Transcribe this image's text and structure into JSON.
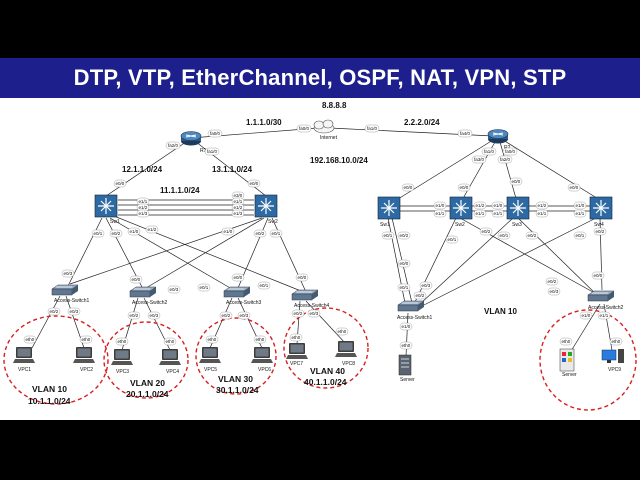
{
  "header": {
    "title": "DTP, VTP, EtherChannel, OSPF, NAT, VPN, STP"
  },
  "subnets": {
    "internet_ip": "8.8.8.8",
    "r1_internet": "1.1.1.0/30",
    "r2_internet": "2.2.2.0/24",
    "r1_sw1": "12.1.1.0/24",
    "r1_sw2": "13.1.1.0/24",
    "sw1_sw2": "11.1.1.0/24",
    "vpn_lan": "192.168.10.0/24",
    "right_vlan": "VLAN 10"
  },
  "devices": {
    "r1": "R1",
    "r2": "R2",
    "internet": "Internet",
    "sw1": "Sw1",
    "sw2": "Sw2",
    "as1": "Access-Switch1",
    "as2": "Access-Switch2",
    "as3": "Access-Switch3",
    "as4": "Access-Switch4",
    "vpc1": "VPC1",
    "vpc2": "VPC2",
    "vpc3": "VPC3",
    "vpc4": "VPC4",
    "vpc5": "VPC5",
    "vpc6": "VPC6",
    "vpc7": "VPC7",
    "vpc8": "VPC8",
    "rsw1": "Sw1",
    "rsw2": "Sw2",
    "rsw3": "Sw3",
    "rsw4": "Sw4",
    "ras1": "Access-Switch1",
    "ras2": "Access-Switch2",
    "server_left": "Server",
    "server_right": "Server",
    "vpc9": "VPC9"
  },
  "vlans": [
    {
      "name": "VLAN 10",
      "subnet": "10.1.1.0/24"
    },
    {
      "name": "VLAN 20",
      "subnet": "20.1.1.0/24"
    },
    {
      "name": "VLAN 30",
      "subnet": "30.1.1.0/24"
    },
    {
      "name": "VLAN 40",
      "subnet": "40.1.1.0/24"
    }
  ],
  "ports": {
    "r1_fa00": "fa0/0",
    "r1_fa20": "fa2/0",
    "r1_fa10": "fa1/0",
    "inet_fa00": "fa0/0",
    "inet_fa10": "fa1/0",
    "r2_fa40": "fa4/0",
    "r2_fa10": "fa1/0",
    "r2_fa00": "fa0/0",
    "r2_fa20": "fa2/0",
    "r2_fa30": "fa3/0",
    "sw1_e00": "e0/0",
    "sw1_e01": "e0/1",
    "sw1_e02": "e0/2",
    "sw1_e10": "e1/0",
    "sw2_e00": "e0/0",
    "sw2_e01": "e0/1",
    "sw2_e02": "e0/2",
    "sw2_e10": "e1/0",
    "ec_e11": "e1/1",
    "ec_e12": "e1/2",
    "ec_e13": "e1/3",
    "ec_e30": "e3/0",
    "ec_r_e11": "e1/1",
    "ec_r_e12": "e1/2",
    "ec_r_e13": "e1/3",
    "ec_r_e30": "e3/0",
    "e00": "e0/0",
    "e01": "e0/1",
    "e02": "e0/2",
    "e03": "e0/3",
    "e10": "e1/0",
    "e11": "e1/1",
    "e12": "e1/2",
    "eth0": "eth0"
  }
}
